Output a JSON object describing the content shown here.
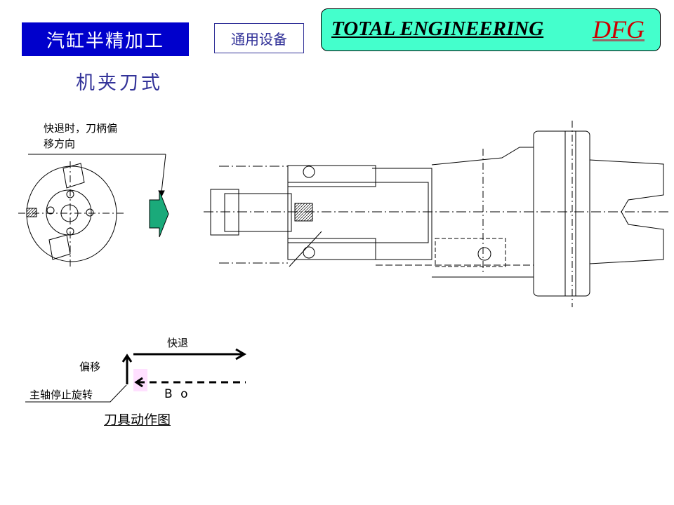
{
  "header": {
    "title": "汽缸半精加工",
    "category": "通用设备",
    "brand": "TOTAL ENGINEERING",
    "brand_code": "DFG"
  },
  "subtitle": "机夹刀式",
  "end_view": {
    "note_line1": "快退时，刀柄偏",
    "note_line2": "移方向"
  },
  "motion_diagram": {
    "rapid_retract": "快退",
    "offset": "偏移",
    "spindle_stop": "主轴停止旋转",
    "bore": "B o",
    "caption": "刀具动作图"
  },
  "colors": {
    "title_bg": "#0000cc",
    "brand_bg": "#44ffcc",
    "arrow": "#1aaa7a",
    "dfg": "#cc0000"
  }
}
